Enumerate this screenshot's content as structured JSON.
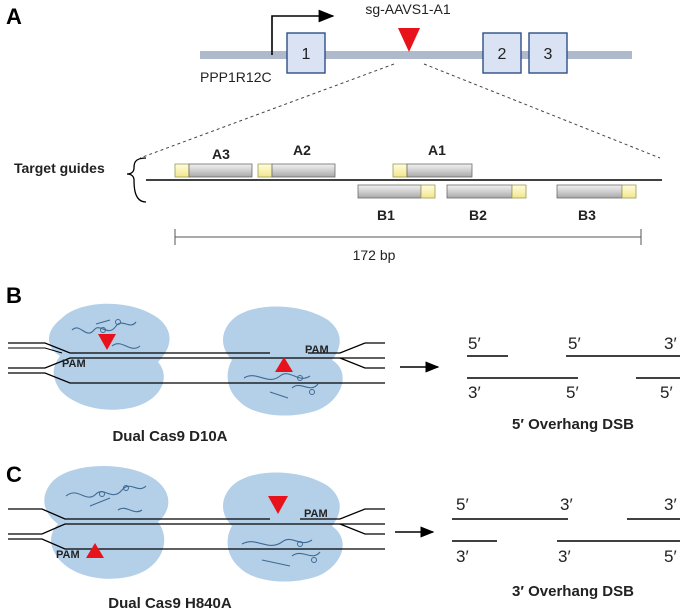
{
  "panel_a": {
    "letter": "A",
    "gene_name": "PPP1R12C",
    "sgrna_label": "sg-AAVS1-A1",
    "exons": [
      "1",
      "2",
      "3"
    ],
    "target_guides_label": "Target guides",
    "guides_top": [
      "A3",
      "A2",
      "A1"
    ],
    "guides_bottom": [
      "B1",
      "B2",
      "B3"
    ],
    "span_label": "172 bp"
  },
  "panel_b": {
    "letter": "B",
    "pam_top": "PAM",
    "pam_bottom": "PAM",
    "caption": "Dual Cas9 D10A",
    "overhang_caption": "5′ Overhang DSB",
    "ends": [
      "5′",
      "5′",
      "3′",
      "3′",
      "5′",
      "5′"
    ]
  },
  "panel_c": {
    "letter": "C",
    "pam_top": "PAM",
    "pam_bottom": "PAM",
    "caption": "Dual Cas9 H840A",
    "overhang_caption": "3′ Overhang DSB",
    "ends": [
      "5′",
      "3′",
      "3′",
      "3′",
      "3′",
      "5′"
    ]
  },
  "colors": {
    "chromosome": "#aeb9cc",
    "exon_fill": "#d9e3f3",
    "exon_stroke": "#2f4f86",
    "cas9_blob": "#b4cfe8",
    "cut_marker": "#e8121b",
    "guide_fill": "#d9d9d9",
    "pam_fill": "#fff8b0"
  }
}
